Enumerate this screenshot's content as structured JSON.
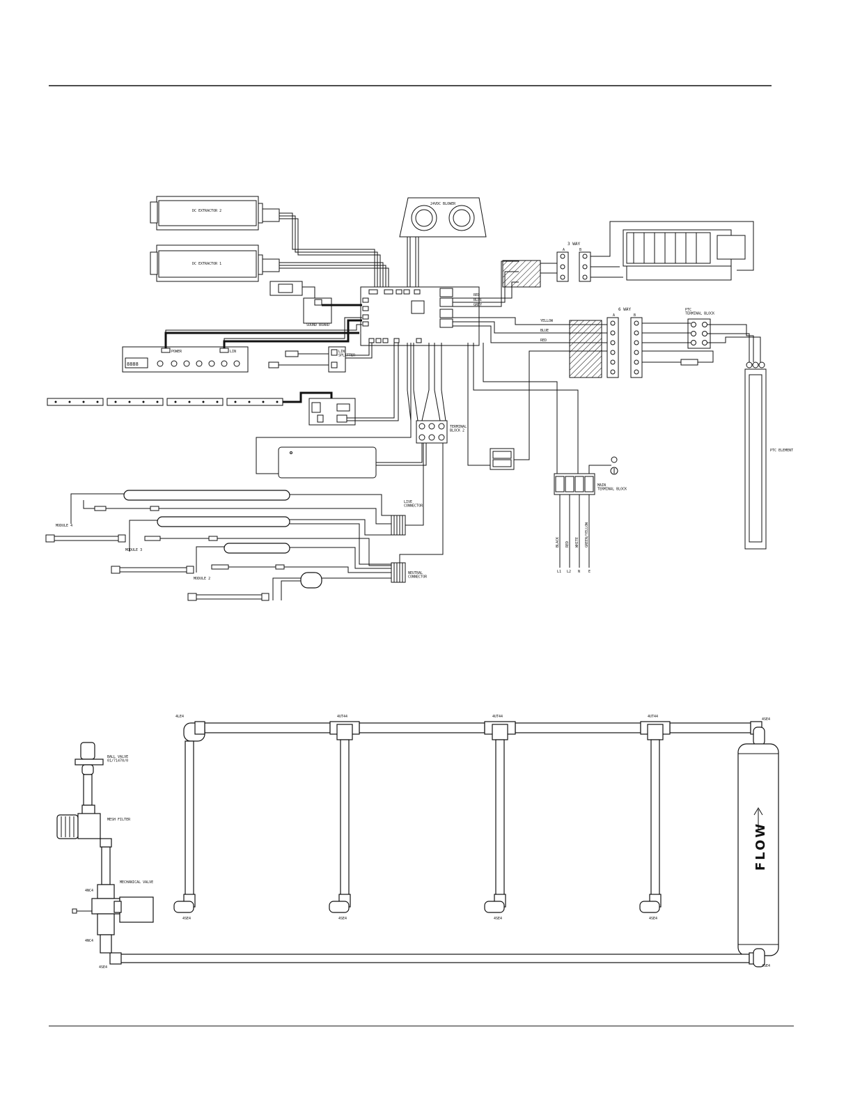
{
  "wiring": {
    "dc_extractor_2": "DC EXTRACTOR 2",
    "dc_extractor_1": "DC EXTRACTOR 1",
    "blower": "24VDC BLOWER",
    "sound_board": "SOUND BOARD",
    "power_label": "POWER",
    "lin_label": "LIN",
    "lin_splitter": "LIN\nSPLITTER",
    "three_way": "3 WAY",
    "three_way_a": "A",
    "three_way_b": "B",
    "six_way": "6 WAY",
    "six_way_a": "A",
    "six_way_b": "B",
    "ptc_terminal_block": "PTC\nTERMINAL BLOCK",
    "ptc_element": "PTC ELEMENT",
    "terminal_block_2": "TERMINAL\nBLOCK 2",
    "main_terminal_block": "MAIN\nTERMINAL BLOCK",
    "live_connector": "LIVE\nCONNECTOR",
    "neutral_connector": "NEUTRAL\nCONNECTOR",
    "module_4": "MODULE 4",
    "module_3": "MODULE 3",
    "module_2": "MODULE 2",
    "wire_red": "RED",
    "wire_blue": "BLUE",
    "wire_grey": "GREY",
    "wire_yellow": "YELLOW",
    "wire_blue2": "BLUE",
    "wire_red2": "RED",
    "mains_black": "BLACK",
    "mains_red": "RED",
    "mains_white": "WHITE",
    "mains_green": "GREEN/YELLOW",
    "term_l1": "L1",
    "term_l2": "L2",
    "term_n": "N",
    "term_e": "E",
    "display_digits": "8888"
  },
  "plumbing": {
    "ball_valve": "BALL VALVE\n01/71470/0",
    "mesh_filter": "MESH FILTER",
    "mechanical_valve": "MECHANICAL VALVE",
    "fitting_4le4": "4LE4",
    "fitting_4ut44_1": "4UT44",
    "fitting_4ut44_2": "4UT44",
    "fitting_4ut44_3": "4UT44",
    "fitting_4se4_top_right": "4SE4",
    "fitting_4se4_b1": "4SE4",
    "fitting_4se4_b2": "4SE4",
    "fitting_4se4_b3": "4SE4",
    "fitting_4se4_b4": "4SE4",
    "fitting_4se4_bottom_left": "4SE4",
    "fitting_4se4_bottom_right": "4SE4",
    "fitting_4nc4_top": "4NC4",
    "fitting_4nc4_bottom": "4NC4",
    "flow_label": "FLOW"
  }
}
